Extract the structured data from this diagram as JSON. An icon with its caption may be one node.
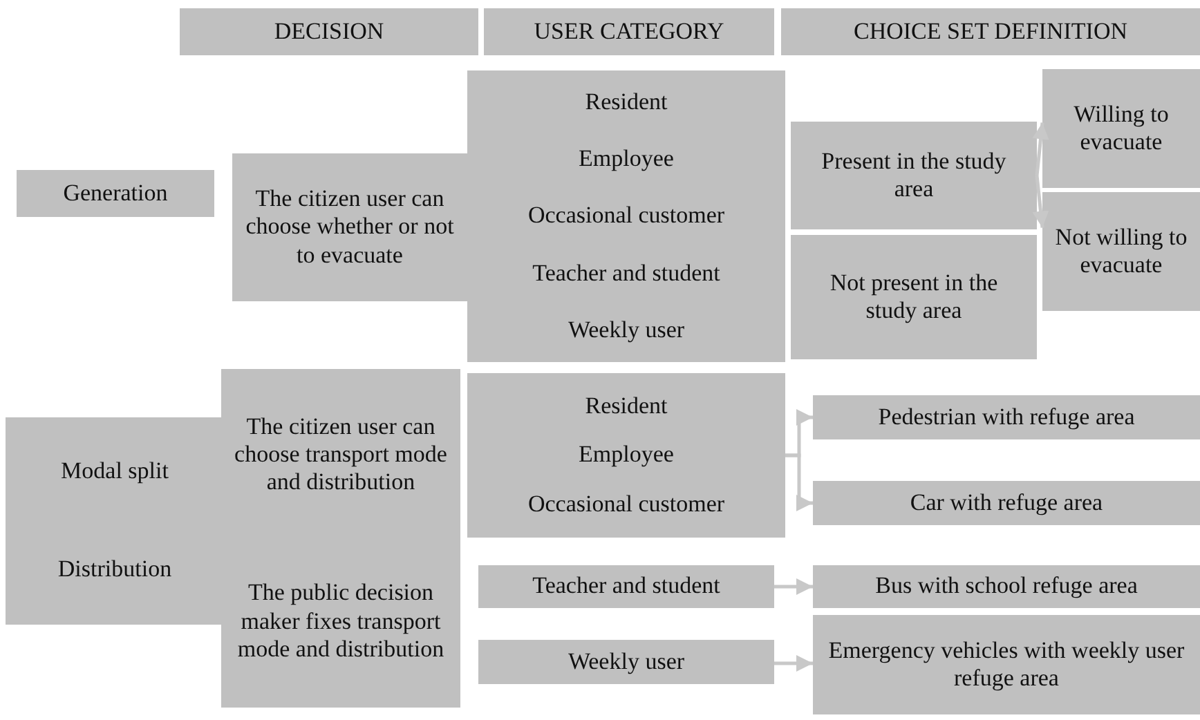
{
  "diagram": {
    "nodes": [
      {
        "text": [
          "DECISION"
        ]
      },
      {
        "text": [
          "USER CATEGORY"
        ]
      },
      {
        "text": [
          "CHOICE SET DEFINITION"
        ]
      },
      {
        "text": [
          "Generation"
        ]
      },
      {
        "text": [
          "The citizen user can choose whether or not to evacuate"
        ]
      },
      {
        "text": [
          "Resident",
          "Employee",
          "Occasional customer",
          "Teacher and student",
          "Weekly user"
        ]
      },
      {
        "text": [
          "Present in the study area"
        ]
      },
      {
        "text": [
          "Not present in the study area"
        ]
      },
      {
        "text": [
          "Willing to evacuate"
        ]
      },
      {
        "text": [
          "Not willing to evacuate"
        ]
      },
      {
        "text": [
          "Modal split",
          "Distribution"
        ]
      },
      {
        "text": [
          "The citizen user can choose transport mode and distribution",
          "The public decision maker fixes transport mode and distribution"
        ]
      },
      {
        "text": [
          "Resident",
          "Employee",
          "Occasional customer"
        ]
      },
      {
        "text": [
          "Teacher and student"
        ]
      },
      {
        "text": [
          "Weekly user"
        ]
      },
      {
        "text": [
          "Pedestrian with refuge area"
        ]
      },
      {
        "text": [
          "Car with refuge area"
        ]
      },
      {
        "text": [
          "Bus with school refuge area"
        ]
      },
      {
        "text": [
          "Emergency vehicles with weekly user refuge area"
        ]
      }
    ],
    "edges": [
      {
        "from": 6,
        "to": 8,
        "arrow": "to"
      },
      {
        "from": 6,
        "to": 9,
        "arrow": "to"
      },
      {
        "from": 12,
        "to": 15,
        "arrow": "to"
      },
      {
        "from": 12,
        "to": 16,
        "arrow": "to"
      },
      {
        "from": 13,
        "to": 17,
        "arrow": "to"
      },
      {
        "from": 14,
        "to": 18,
        "arrow": "to"
      }
    ]
  }
}
